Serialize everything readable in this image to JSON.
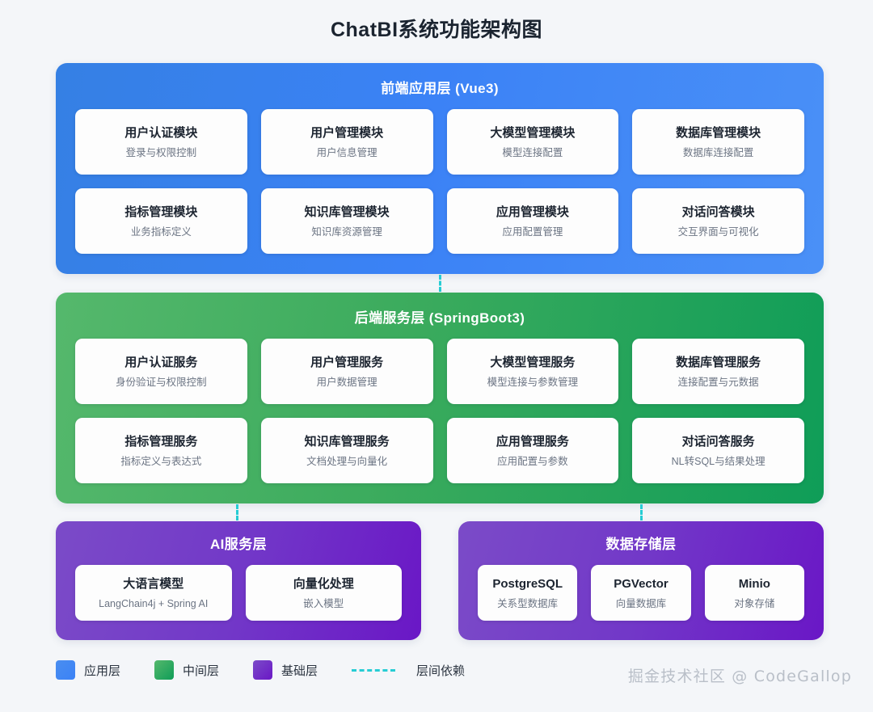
{
  "title": "ChatBI系统功能架构图",
  "layers": [
    {
      "id": "frontend",
      "title": "前端应用层 (Vue3)",
      "color": "#3b82f6",
      "cards": [
        {
          "title": "用户认证模块",
          "sub": "登录与权限控制"
        },
        {
          "title": "用户管理模块",
          "sub": "用户信息管理"
        },
        {
          "title": "大模型管理模块",
          "sub": "模型连接配置"
        },
        {
          "title": "数据库管理模块",
          "sub": "数据库连接配置"
        },
        {
          "title": "指标管理模块",
          "sub": "业务指标定义"
        },
        {
          "title": "知识库管理模块",
          "sub": "知识库资源管理"
        },
        {
          "title": "应用管理模块",
          "sub": "应用配置管理"
        },
        {
          "title": "对话问答模块",
          "sub": "交互界面与可视化"
        }
      ]
    },
    {
      "id": "backend",
      "title": "后端服务层 (SpringBoot3)",
      "color": "#0f9d58",
      "cards": [
        {
          "title": "用户认证服务",
          "sub": "身份验证与权限控制"
        },
        {
          "title": "用户管理服务",
          "sub": "用户数据管理"
        },
        {
          "title": "大模型管理服务",
          "sub": "模型连接与参数管理"
        },
        {
          "title": "数据库管理服务",
          "sub": "连接配置与元数据"
        },
        {
          "title": "指标管理服务",
          "sub": "指标定义与表达式"
        },
        {
          "title": "知识库管理服务",
          "sub": "文档处理与向量化"
        },
        {
          "title": "应用管理服务",
          "sub": "应用配置与参数"
        },
        {
          "title": "对话问答服务",
          "sub": "NL转SQL与结果处理"
        }
      ]
    },
    {
      "id": "ai",
      "title": "AI服务层",
      "color": "#6a17c6",
      "cards": [
        {
          "title": "大语言模型",
          "sub": "LangChain4j + Spring AI"
        },
        {
          "title": "向量化处理",
          "sub": "嵌入模型"
        }
      ]
    },
    {
      "id": "storage",
      "title": "数据存储层",
      "color": "#6a17c6",
      "cards": [
        {
          "title": "PostgreSQL",
          "sub": "关系型数据库"
        },
        {
          "title": "PGVector",
          "sub": "向量数据库"
        },
        {
          "title": "Minio",
          "sub": "对象存储"
        }
      ]
    }
  ],
  "legend": {
    "items": [
      {
        "label": "应用层",
        "color": "#3b82f6"
      },
      {
        "label": "中间层",
        "color": "#0f9d58"
      },
      {
        "label": "基础层",
        "color": "#6a17c6"
      }
    ],
    "dependency_label": "层间依赖",
    "dependency_color": "#27cdd4"
  },
  "watermark": "掘金技术社区 @ CodeGallop"
}
